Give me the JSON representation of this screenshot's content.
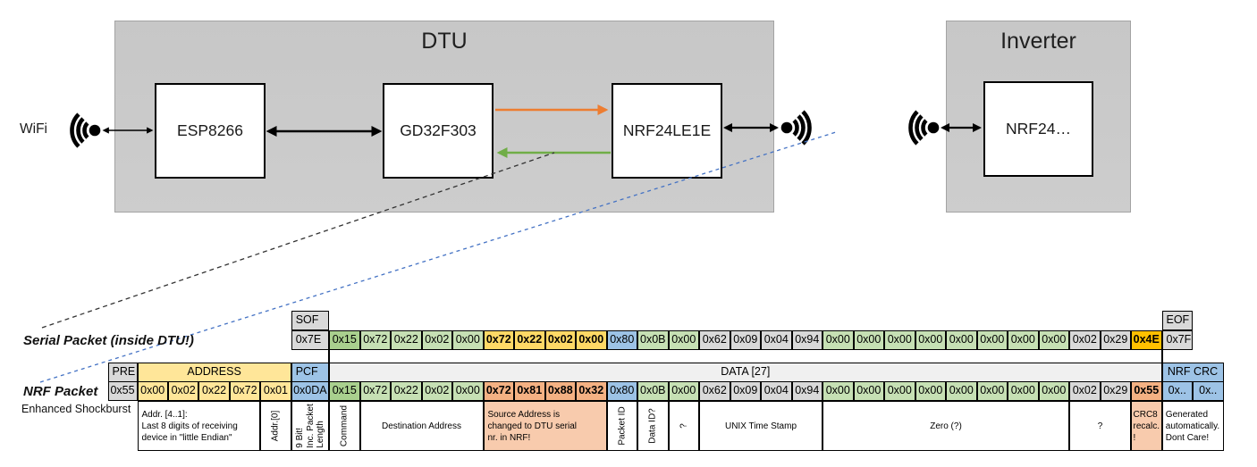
{
  "diagram": {
    "wifi_label": "WiFi",
    "dtu_title": "DTU",
    "inverter_title": "Inverter",
    "esp_label": "ESP8266",
    "gd32_label": "GD32F303",
    "nrf_dtu_label": "NRF24LE1E",
    "nrf_inverter_label": "NRF24…",
    "colors": {
      "uart_tx_arrow": "#ED7D31",
      "uart_rx_arrow": "#70AD47",
      "serial_trace_dash": "#333333",
      "radio_trace_dash": "#4472C4"
    }
  },
  "tables": {
    "serial": {
      "label": "Serial Packet (inside DTU!)",
      "sof": {
        "header": "SOF",
        "value": "0x7E"
      },
      "eof": {
        "header": "EOF",
        "value": "0x7F"
      },
      "bytes": [
        {
          "v": "0x15",
          "bg": "gdark"
        },
        {
          "v": "0x72",
          "bg": "glight"
        },
        {
          "v": "0x22",
          "bg": "glight"
        },
        {
          "v": "0x02",
          "bg": "glight"
        },
        {
          "v": "0x00",
          "bg": "glight"
        },
        {
          "v": "0x72",
          "bg": "ylw2",
          "b": true
        },
        {
          "v": "0x22",
          "bg": "ylw2",
          "b": true
        },
        {
          "v": "0x02",
          "bg": "ylw2",
          "b": true
        },
        {
          "v": "0x00",
          "bg": "ylw2",
          "b": true
        },
        {
          "v": "0x80",
          "bg": "blue"
        },
        {
          "v": "0x0B",
          "bg": "glight"
        },
        {
          "v": "0x00",
          "bg": "glight"
        },
        {
          "v": "0x62",
          "bg": "gray"
        },
        {
          "v": "0x09",
          "bg": "gray"
        },
        {
          "v": "0x04",
          "bg": "gray"
        },
        {
          "v": "0x94",
          "bg": "gray"
        },
        {
          "v": "0x00",
          "bg": "glight"
        },
        {
          "v": "0x00",
          "bg": "glight"
        },
        {
          "v": "0x00",
          "bg": "glight"
        },
        {
          "v": "0x00",
          "bg": "glight"
        },
        {
          "v": "0x00",
          "bg": "glight"
        },
        {
          "v": "0x00",
          "bg": "glight"
        },
        {
          "v": "0x00",
          "bg": "glight"
        },
        {
          "v": "0x00",
          "bg": "glight"
        },
        {
          "v": "0x02",
          "bg": "gray"
        },
        {
          "v": "0x29",
          "bg": "gray"
        },
        {
          "v": "0x4E",
          "bg": "gold",
          "b": true
        }
      ]
    },
    "nrf": {
      "label": "NRF Packet",
      "sublabel": "Enhanced Shockburst",
      "headers": [
        {
          "text": "PRE",
          "bg": "gray",
          "col": "pre",
          "span": 1,
          "align": "left"
        },
        {
          "text": "ADDRESS",
          "bg": "yellow",
          "col": 0,
          "span": 5
        },
        {
          "text": "PCF",
          "bg": "blue",
          "col": 5,
          "span": 1,
          "align": "left"
        },
        {
          "text": "DATA [27]",
          "bg": "ltgray",
          "col": 6,
          "span": 27
        },
        {
          "text": "NRF CRC",
          "bg": "blue",
          "col": 33,
          "span": 2
        }
      ],
      "values": [
        {
          "v": "0x55",
          "bg": "gray",
          "col": "pre"
        },
        {
          "v": "0x00",
          "bg": "yellow"
        },
        {
          "v": "0x02",
          "bg": "yellow"
        },
        {
          "v": "0x22",
          "bg": "yellow"
        },
        {
          "v": "0x72",
          "bg": "yellow"
        },
        {
          "v": "0x01",
          "bg": "yellow"
        },
        {
          "v": "0x0DA",
          "bg": "blue"
        },
        {
          "v": "0x15",
          "bg": "gdark"
        },
        {
          "v": "0x72",
          "bg": "glight"
        },
        {
          "v": "0x22",
          "bg": "glight"
        },
        {
          "v": "0x02",
          "bg": "glight"
        },
        {
          "v": "0x00",
          "bg": "glight"
        },
        {
          "v": "0x72",
          "bg": "salmon",
          "b": true
        },
        {
          "v": "0x81",
          "bg": "salmon",
          "b": true
        },
        {
          "v": "0x88",
          "bg": "salmon",
          "b": true
        },
        {
          "v": "0x32",
          "bg": "salmon",
          "b": true
        },
        {
          "v": "0x80",
          "bg": "blue"
        },
        {
          "v": "0x0B",
          "bg": "glight"
        },
        {
          "v": "0x00",
          "bg": "glight"
        },
        {
          "v": "0x62",
          "bg": "gray"
        },
        {
          "v": "0x09",
          "bg": "gray"
        },
        {
          "v": "0x04",
          "bg": "gray"
        },
        {
          "v": "0x94",
          "bg": "gray"
        },
        {
          "v": "0x00",
          "bg": "glight"
        },
        {
          "v": "0x00",
          "bg": "glight"
        },
        {
          "v": "0x00",
          "bg": "glight"
        },
        {
          "v": "0x00",
          "bg": "glight"
        },
        {
          "v": "0x00",
          "bg": "glight"
        },
        {
          "v": "0x00",
          "bg": "glight"
        },
        {
          "v": "0x00",
          "bg": "glight"
        },
        {
          "v": "0x00",
          "bg": "glight"
        },
        {
          "v": "0x02",
          "bg": "gray"
        },
        {
          "v": "0x29",
          "bg": "gray"
        },
        {
          "v": "0x55",
          "bg": "salmon",
          "b": true
        },
        {
          "v": "0x..",
          "bg": "blue"
        },
        {
          "v": "0x..",
          "bg": "blue"
        }
      ]
    },
    "annotations": [
      {
        "text": "Addr. [4..1]:\nLast 8 digits of receiving\ndevice in \"little Endian\"",
        "col": 0,
        "span": 4,
        "align": "left"
      },
      {
        "text": "Addr.[0]",
        "col": 4,
        "span": 1,
        "vertical": true
      },
      {
        "text": "9 Bit!\nInc. Packet\nLength",
        "col": 5,
        "span": 1,
        "vertical": true
      },
      {
        "text": "Command",
        "col": 6,
        "span": 1,
        "vertical": true
      },
      {
        "text": "Destination Address",
        "col": 7,
        "span": 4
      },
      {
        "text": "Source Address is\nchanged to DTU serial\nnr. in NRF!",
        "col": 11,
        "span": 4,
        "bg": "salmonlt",
        "align": "left"
      },
      {
        "text": "Packet ID",
        "col": 15,
        "span": 1,
        "vertical": true
      },
      {
        "text": "Data ID?",
        "col": 16,
        "span": 1,
        "vertical": true
      },
      {
        "text": "?",
        "col": 17,
        "span": 1,
        "vertical": true
      },
      {
        "text": "UNIX Time Stamp",
        "col": 18,
        "span": 4
      },
      {
        "text": "Zero (?)",
        "col": 22,
        "span": 8
      },
      {
        "text": "?",
        "col": 30,
        "span": 2
      },
      {
        "text": "CRC8\nrecalc.\n!",
        "col": 32,
        "span": 1,
        "bg": "salmonlt"
      },
      {
        "text": "Generated\nautomatically.\nDont Care!",
        "col": 33,
        "span": 2
      }
    ]
  }
}
